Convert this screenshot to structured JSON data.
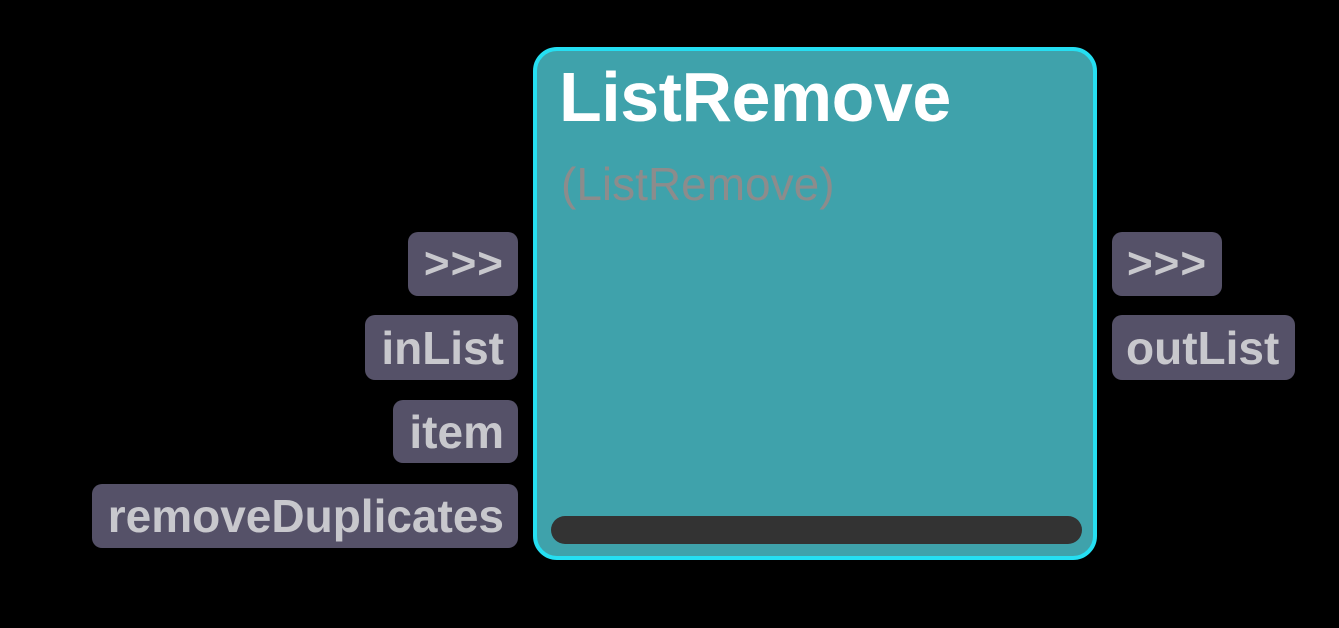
{
  "theme": {
    "background": "#000000",
    "node_fill": "#3fa2ab",
    "node_border": "#25dff2",
    "title_color": "#ffffff",
    "subtitle_color": "#8c8c8c",
    "port_background": "#555168",
    "port_text": "#c8c8cd",
    "footer_bar": "#333333"
  },
  "node": {
    "title": "ListRemove",
    "subtitle": "(ListRemove)",
    "type_name": "ListRemove"
  },
  "ports": {
    "inputs": [
      {
        "id": "exec-in",
        "label": ">>>",
        "icon": "exec-arrows-icon",
        "kind": "exec"
      },
      {
        "id": "inList",
        "label": "inList",
        "kind": "data"
      },
      {
        "id": "item",
        "label": "item",
        "kind": "data"
      },
      {
        "id": "removeDuplicates",
        "label": "removeDuplicates",
        "kind": "data"
      }
    ],
    "outputs": [
      {
        "id": "exec-out",
        "label": ">>>",
        "icon": "exec-arrows-icon",
        "kind": "exec"
      },
      {
        "id": "outList",
        "label": "outList",
        "kind": "data"
      }
    ]
  }
}
